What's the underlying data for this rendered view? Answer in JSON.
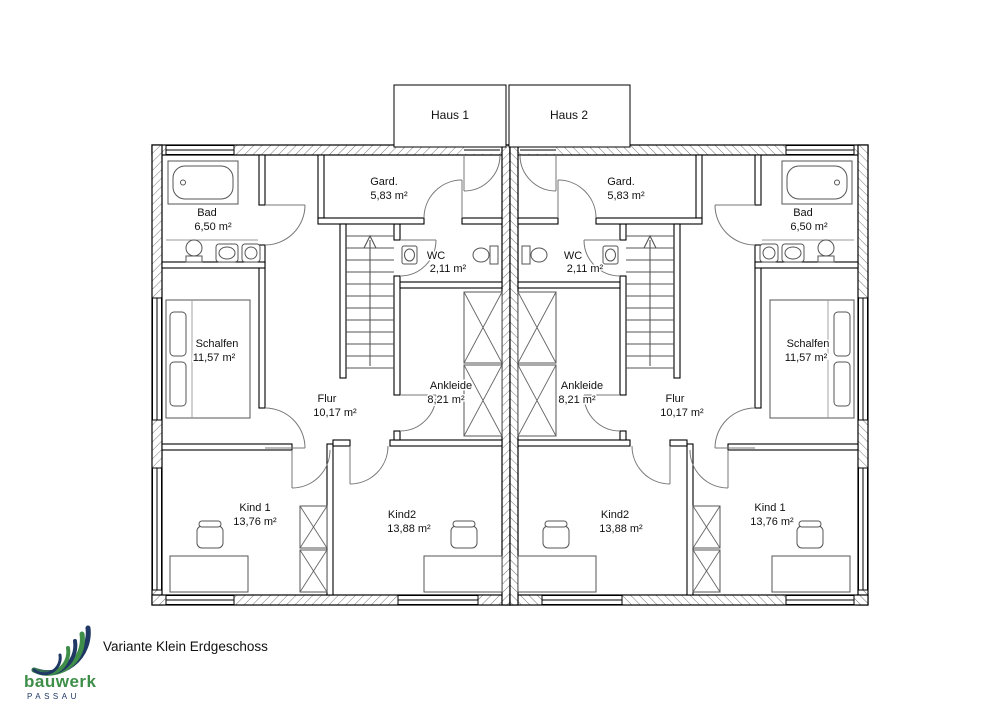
{
  "houses": [
    {
      "label": "Haus 1"
    },
    {
      "label": "Haus 2"
    }
  ],
  "left_rooms": {
    "bad": {
      "name": "Bad",
      "area": "6,50 m²"
    },
    "gard": {
      "name": "Gard.",
      "area": "5,83 m²"
    },
    "wc": {
      "name": "WC",
      "area": "2,11 m²"
    },
    "schlafen": {
      "name": "Schalfen",
      "area": "11,57 m²"
    },
    "flur": {
      "name": "Flur",
      "area": "10,17 m²"
    },
    "ankleide": {
      "name": "Ankleide",
      "area": "8,21 m²"
    },
    "kind1": {
      "name": "Kind 1",
      "area": "13,76 m²"
    },
    "kind2": {
      "name": "Kind2",
      "area": "13,88 m²"
    }
  },
  "right_rooms": {
    "bad": {
      "name": "Bad",
      "area": "6,50 m²"
    },
    "gard": {
      "name": "Gard.",
      "area": "5,83 m²"
    },
    "wc": {
      "name": "WC",
      "area": "2,11 m²"
    },
    "schlafen": {
      "name": "Schalfen",
      "area": "11,57 m²"
    },
    "flur": {
      "name": "Flur",
      "area": "10,17 m²"
    },
    "ankleide": {
      "name": "Ankleide",
      "area": "8,21 m²"
    },
    "kind1": {
      "name": "Kind 1",
      "area": "13,76 m²"
    },
    "kind2": {
      "name": "Kind2",
      "area": "13,88 m²"
    }
  },
  "footer": {
    "title": "Variante Klein Erdgeschoss",
    "logo_text": "bauwerk",
    "logo_subtext": "PASSAU"
  },
  "colors": {
    "logo_green": "#3E8E49",
    "logo_blue": "#1F3864",
    "wall_line": "#000000"
  }
}
